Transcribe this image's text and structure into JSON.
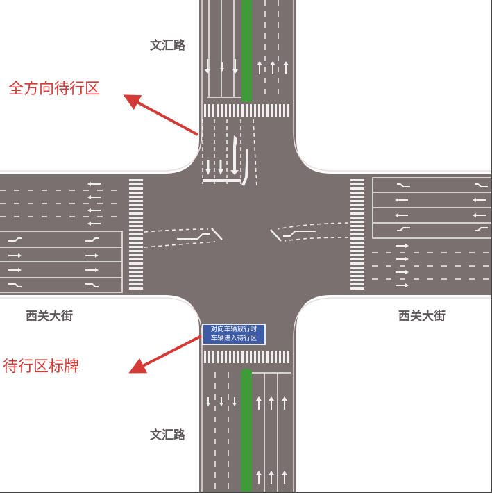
{
  "diagram": {
    "type": "intersection-layout",
    "colors": {
      "road": "#7b7070",
      "marking": "#f2f0ee",
      "median": "#3f9a3a",
      "callout": "#d43a36",
      "sign_bg": "#3e5ba6",
      "road_name_text": "#5e5758"
    }
  },
  "labels": {
    "north_road": "文汇路",
    "south_road": "文汇路",
    "west_road": "西关大街",
    "east_road": "西关大街"
  },
  "callouts": {
    "waiting_area": "全方向待行区",
    "waiting_sign": "待行区标牌"
  },
  "sign": {
    "line1": "对向车辆放行时",
    "line2": "车辆进入待行区"
  },
  "lane_arrows": {
    "north_southbound": [
      "left-turn",
      "straight",
      "straight-right"
    ],
    "north_northbound": [
      "straight",
      "straight",
      "straight"
    ],
    "south_southbound": [
      "straight",
      "straight",
      "straight"
    ],
    "south_northbound": [
      "left-turn",
      "straight",
      "straight-right"
    ],
    "west_westbound": [
      "left",
      "left",
      "left",
      "left"
    ],
    "west_eastbound": [
      "left-turn",
      "straight",
      "straight",
      "right-turn"
    ],
    "east_westbound": [
      "left-turn",
      "straight",
      "straight",
      "right-turn"
    ],
    "east_eastbound": [
      "right",
      "right",
      "right",
      "right"
    ]
  }
}
